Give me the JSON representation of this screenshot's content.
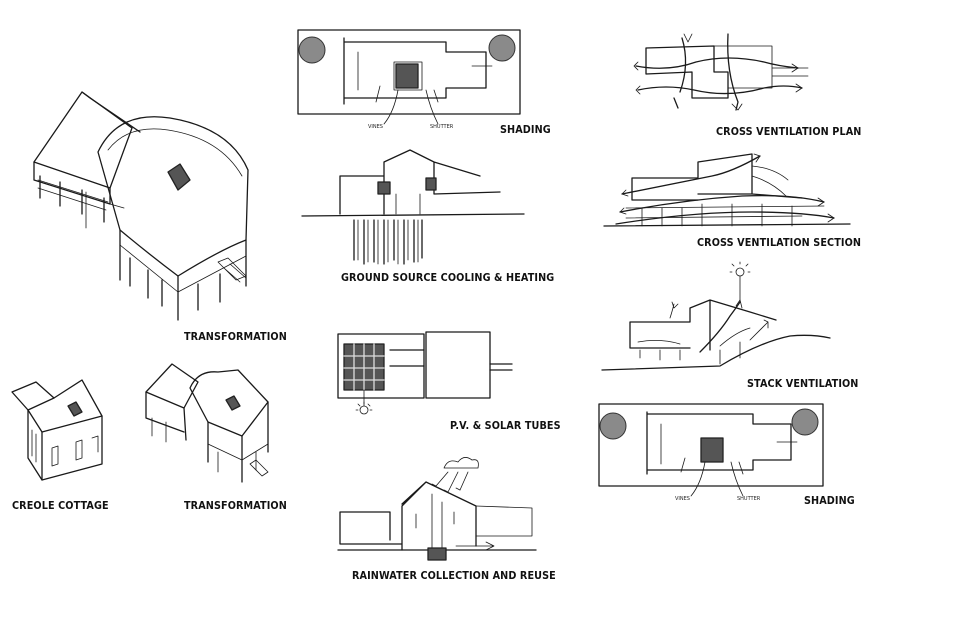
{
  "captions": {
    "transformation_large": "TRANSFORMATION",
    "creole_cottage": "CREOLE COTTAGE",
    "transformation_small": "TRANSFORMATION",
    "shading_top": "SHADING",
    "ground_source": "GROUND SOURCE COOLING & HEATING",
    "pv_solar": "P.V. & SOLAR TUBES",
    "rainwater": "RAINWATER COLLECTION AND REUSE",
    "cross_vent_plan": "CROSS VENTILATION PLAN",
    "cross_vent_section": "CROSS VENTILATION SECTION",
    "stack_vent": "STACK VENTILATION",
    "shading_bottom": "SHADING"
  },
  "annotations": {
    "vines": "VINES",
    "shutter": "SHUTTER"
  }
}
